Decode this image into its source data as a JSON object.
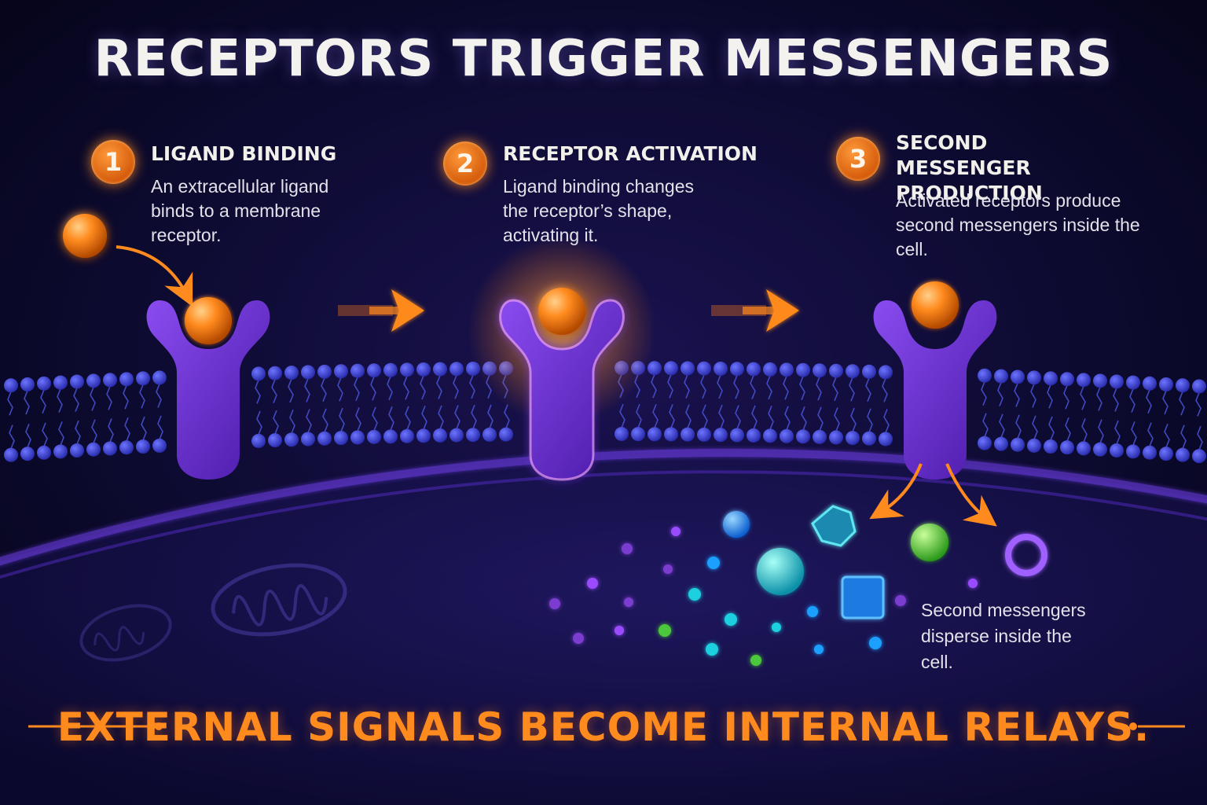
{
  "title": "RECEPTORS TRIGGER MESSENGERS",
  "steps": [
    {
      "number": "1",
      "heading": "LIGAND BINDING",
      "description": "An extracellular ligand binds to a membrane receptor."
    },
    {
      "number": "2",
      "heading": "RECEPTOR ACTIVATION",
      "description": "Ligand binding changes the receptor’s shape, activating it."
    },
    {
      "number": "3",
      "heading": "SECOND MESSENGER PRODUCTION",
      "description": "Activated receptors produce second messengers inside the cell."
    }
  ],
  "messenger_caption": "Second messengers disperse inside the cell.",
  "tagline": "EXTERNAL SIGNALS BECOME INTERNAL RELAYS.",
  "colors": {
    "background": "#070620",
    "membrane_head": "#3a3fd6",
    "receptor": "#6a2fd0",
    "ligand": "#ff8a1e",
    "accent": "#ff8a1e",
    "messenger_blue": "#1fa0ff",
    "messenger_cyan": "#1fd0e0",
    "messenger_green": "#4cc83a",
    "messenger_purple": "#9a4cff"
  },
  "icons": [
    "ligand-sphere",
    "receptor",
    "arrow-right",
    "mitochondrion",
    "hexagon",
    "square",
    "ring"
  ]
}
